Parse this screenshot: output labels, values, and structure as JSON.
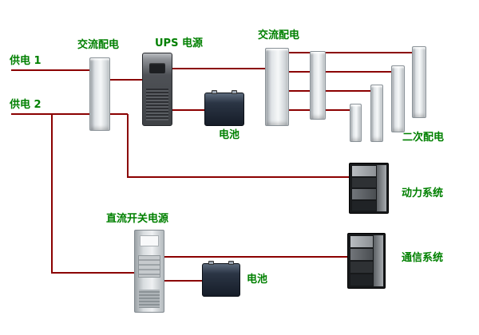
{
  "diagram": {
    "labels": {
      "supply1": "供电 1",
      "supply2": "供电 2",
      "ac_dist_1": "交流配电",
      "ups": "UPS 电源",
      "battery_1": "电池",
      "ac_dist_2": "交流配电",
      "secondary_dist": "二次配电",
      "power_system": "动力系统",
      "dc_switch_power": "直流开关电源",
      "battery_2": "电池",
      "comm_system": "通信系统"
    }
  },
  "colors": {
    "line-color": "#8b0000",
    "label-color": "#008000"
  }
}
